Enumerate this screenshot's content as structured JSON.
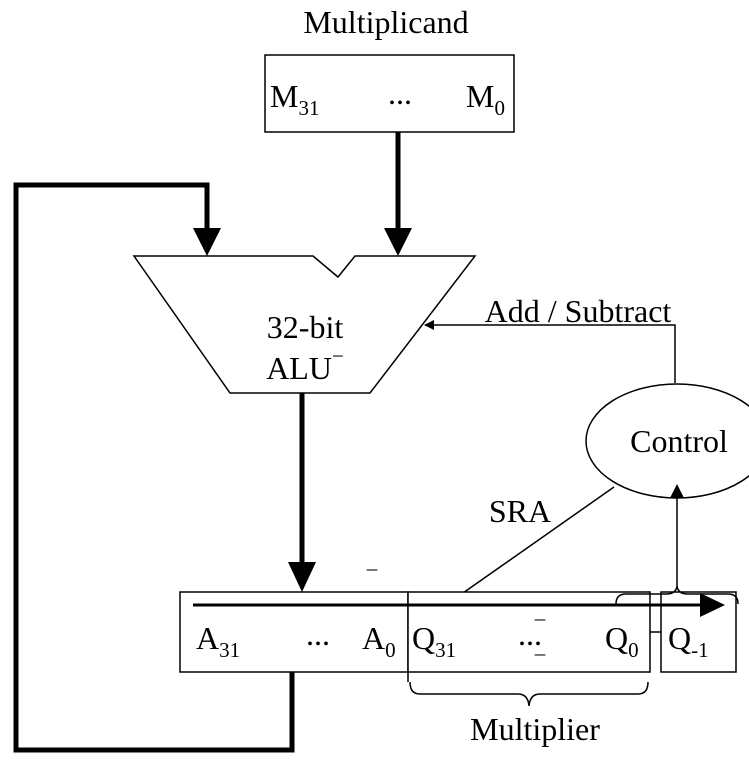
{
  "multiplicand": {
    "title": "Multiplicand",
    "msb": {
      "base": "M",
      "sub": "31"
    },
    "dots": "...",
    "lsb": {
      "base": "M",
      "sub": "0"
    }
  },
  "alu": {
    "line1": "32-bit",
    "line2": "ALU",
    "superscript": "−"
  },
  "labels": {
    "add_subtract": "Add / Subtract",
    "control": "Control",
    "sra": "SRA",
    "multiplier": "Multiplier",
    "stray_marks": [
      "–",
      "–",
      "–"
    ]
  },
  "register_a": {
    "msb": {
      "base": "A",
      "sub": "31"
    },
    "dots": "...",
    "lsb": {
      "base": "A",
      "sub": "0"
    }
  },
  "register_q": {
    "msb": {
      "base": "Q",
      "sub": "31"
    },
    "dots": "...",
    "lsb": {
      "base": "Q",
      "sub": "0"
    }
  },
  "register_q_minus1": {
    "base": "Q",
    "sub": "-1"
  }
}
